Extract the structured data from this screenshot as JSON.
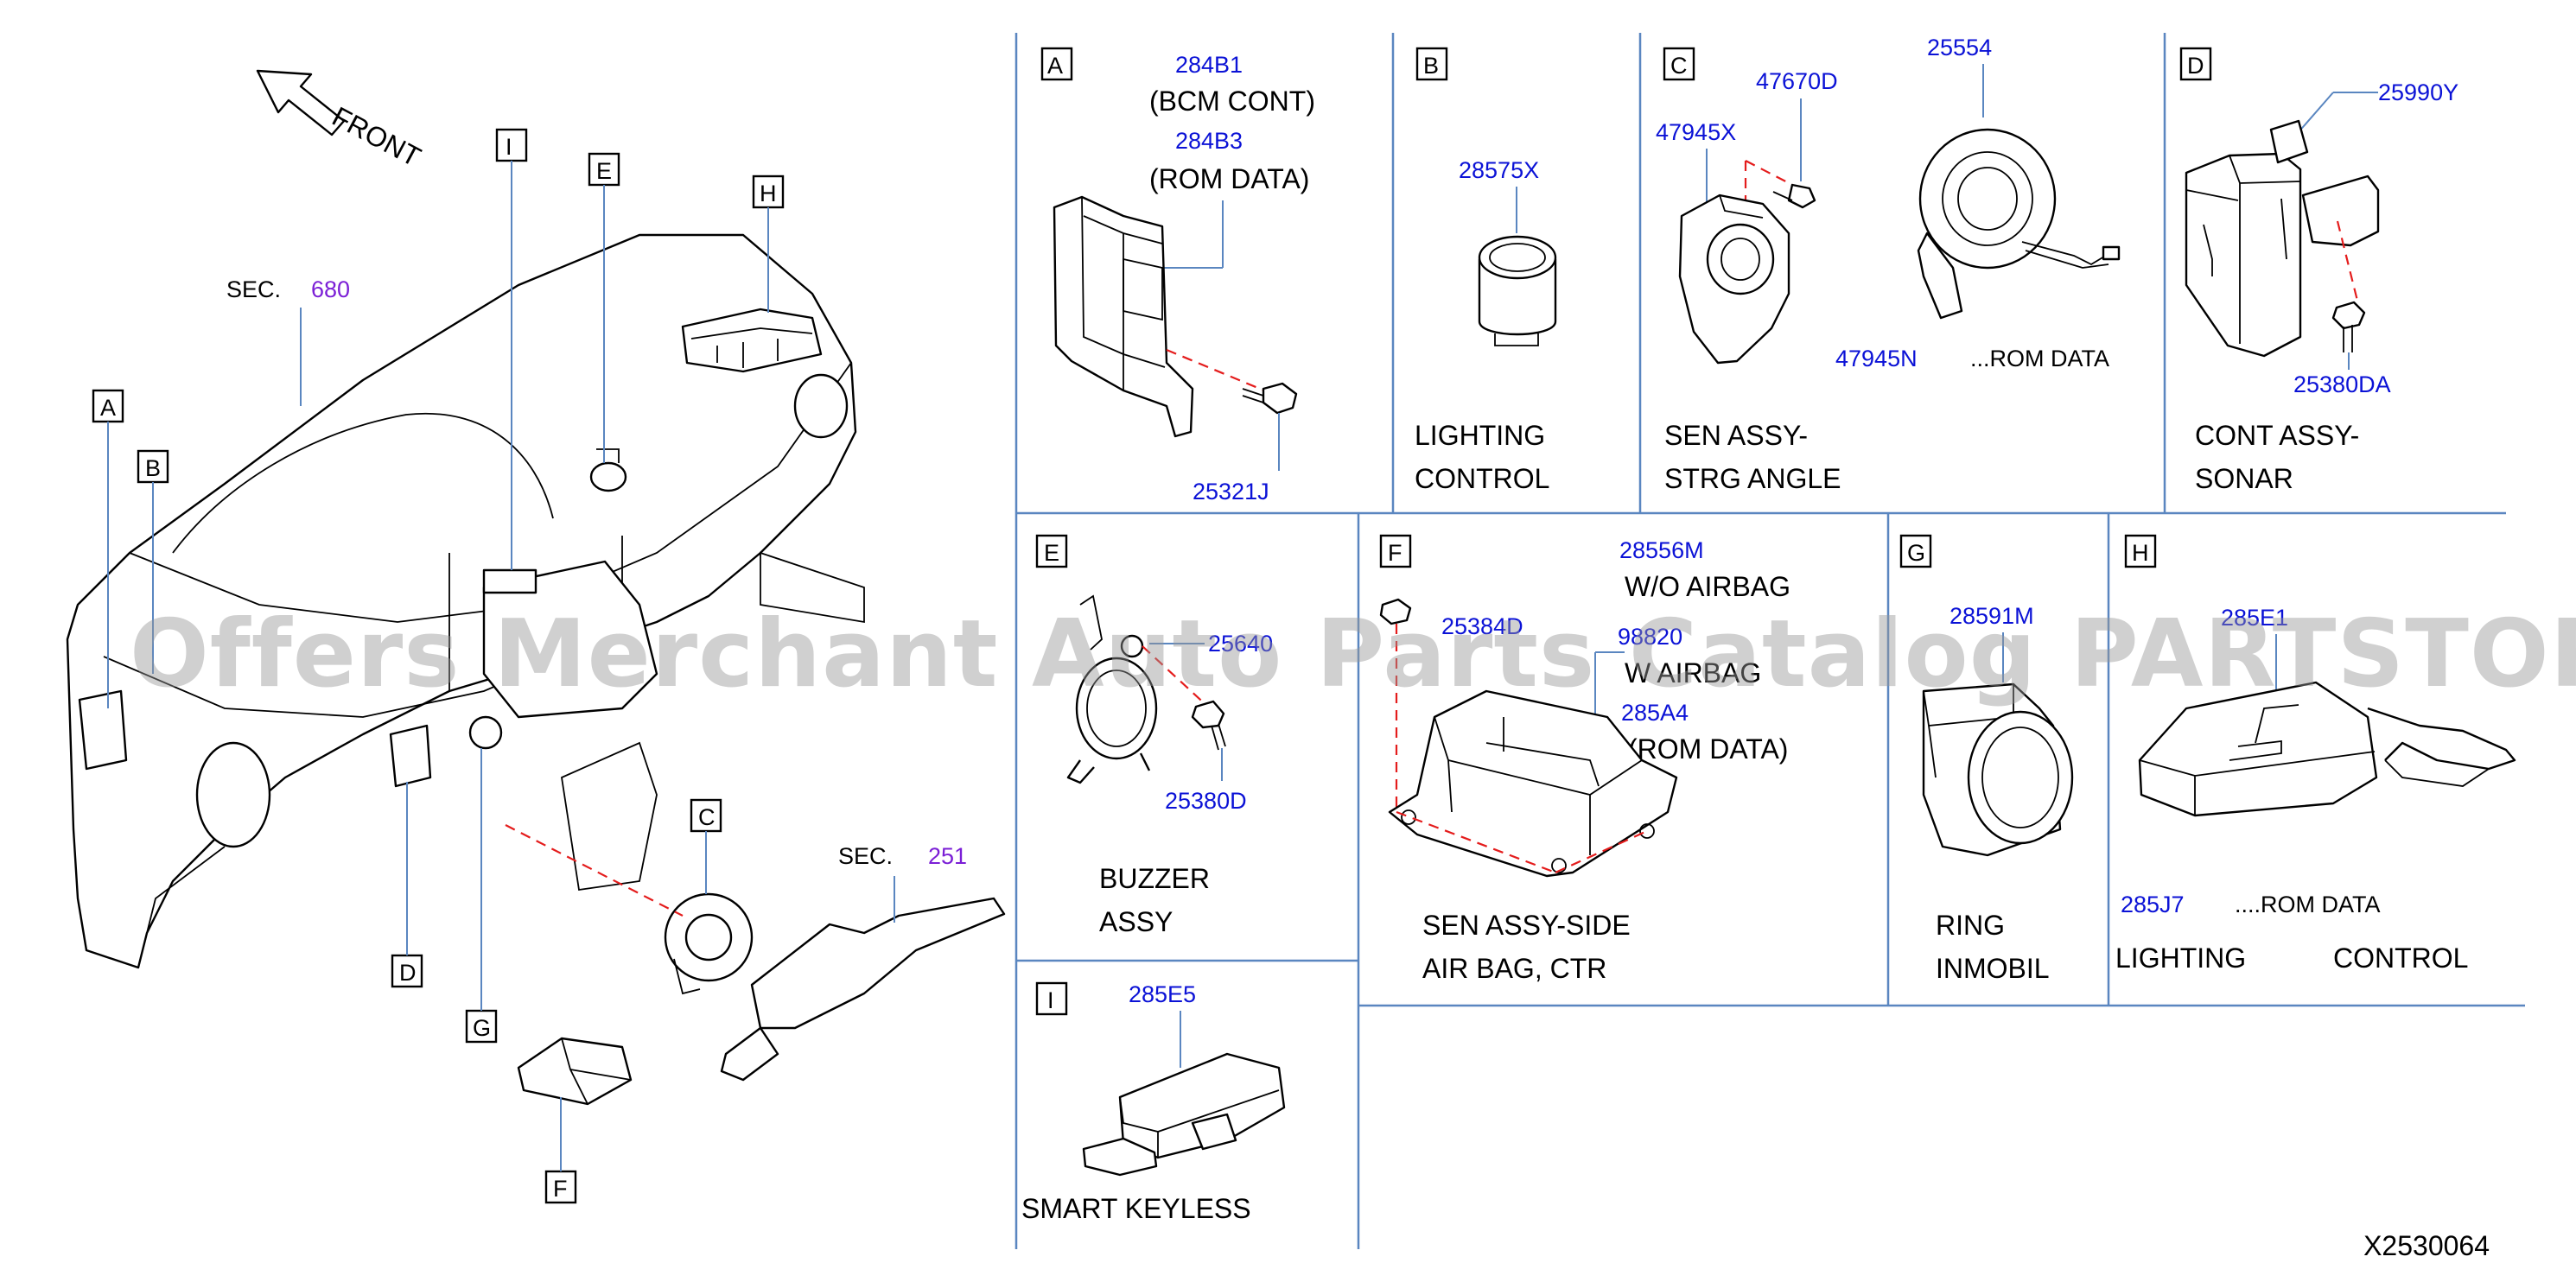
{
  "overview": {
    "front_label": "FRONT",
    "sec_label": "SEC.",
    "sec_680": "680",
    "sec_251": "251",
    "callouts": [
      "A",
      "B",
      "C",
      "D",
      "E",
      "F",
      "G",
      "H",
      "I"
    ]
  },
  "panels": {
    "A": {
      "letter": "A",
      "part1": "284B1",
      "desc1": "(BCM  CONT)",
      "part2": "284B3",
      "desc2": "(ROM  DATA)",
      "bolt": "25321J"
    },
    "B": {
      "letter": "B",
      "part": "28575X",
      "name1": "LIGHTING",
      "name2": "CONTROL"
    },
    "C": {
      "letter": "C",
      "part_sensor": "47945X",
      "part_screw": "47670D",
      "part_clock": "25554",
      "part_rom": "47945N",
      "rom_text": "...ROM  DATA",
      "name1": "SEN  ASSY-",
      "name2": "STRG  ANGLE"
    },
    "D": {
      "letter": "D",
      "part": "25990Y",
      "bolt": "25380DA",
      "name1": "CONT  ASSY-",
      "name2": "SONAR"
    },
    "E": {
      "letter": "E",
      "part": "25640",
      "bolt": "25380D",
      "name1": "BUZZER",
      "name2": "ASSY"
    },
    "F": {
      "letter": "F",
      "part_bolt": "25384D",
      "part1": "28556M",
      "desc1": "W/O  AIRBAG",
      "part2": "98820",
      "desc2": "W  AIRBAG",
      "part3": "285A4",
      "desc3": "(ROM  DATA)",
      "name1": "SEN  ASSY-SIDE",
      "name2": "AIR  BAG,  CTR"
    },
    "G": {
      "letter": "G",
      "part": "28591M",
      "name1": "RING",
      "name2": "INMOBIL"
    },
    "H": {
      "letter": "H",
      "part": "285E1",
      "part_rom": "285J7",
      "rom_text": "....ROM  DATA",
      "name1": "LIGHTING",
      "name2": "CONTROL"
    },
    "I": {
      "letter": "I",
      "part": "285E5",
      "name": "SMART  KEYLESS"
    }
  },
  "watermark": "Offers Merchant Auto Parts Catalog PARTSTORE.SA",
  "doc_id": "X2530064",
  "colors": {
    "part_number": "#0b12d6",
    "section_ref": "#7b1fd6",
    "frame": "#5a86c0",
    "line": "#000000",
    "leader_red": "#e41c1c"
  }
}
